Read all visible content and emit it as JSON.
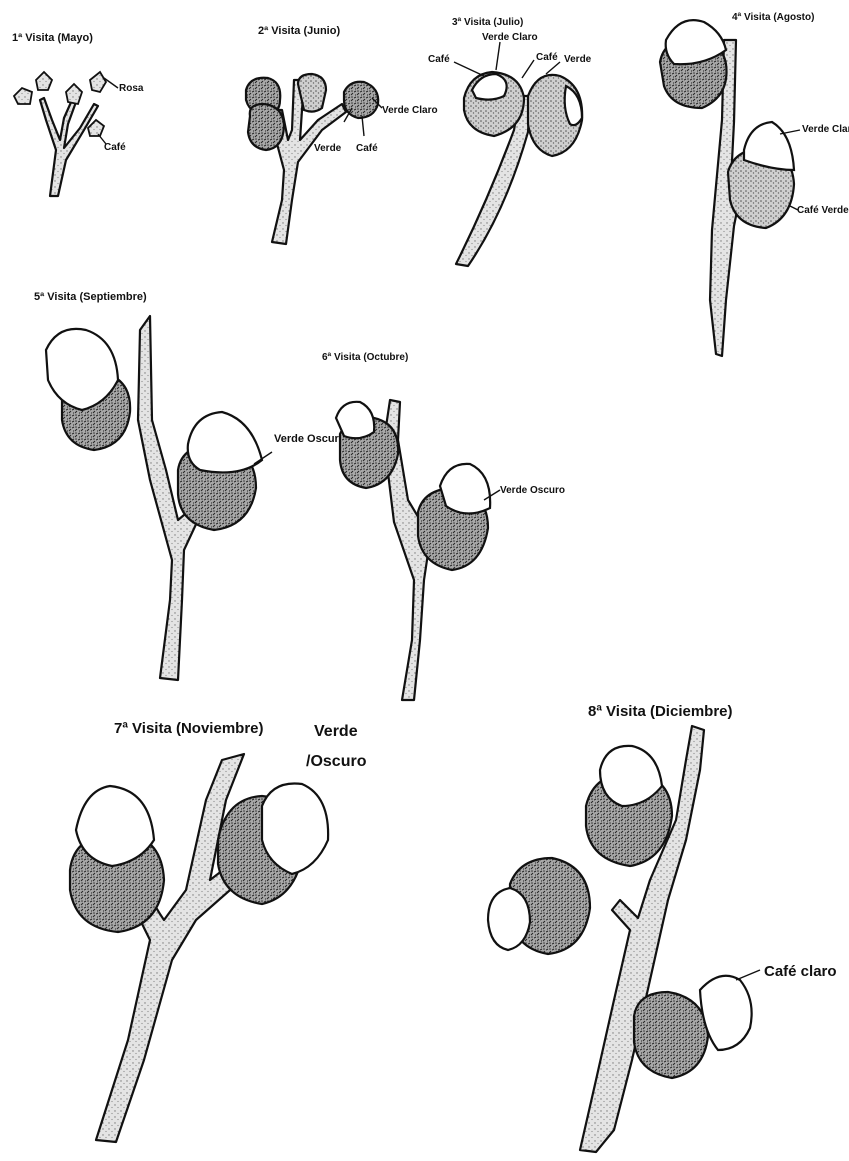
{
  "panels": [
    {
      "title": "1ª Visita (Mayo)",
      "labels": [
        "Rosa",
        "Café"
      ]
    },
    {
      "title": "2ª Visita (Junio)",
      "labels": [
        "Verde",
        "Café",
        "Verde Claro"
      ]
    },
    {
      "title": "3ª Visita (Julio)",
      "labels": [
        "Café",
        "Verde Claro",
        "Café",
        "Verde"
      ]
    },
    {
      "title": "4ª Visita (Agosto)",
      "labels": [
        "Verde Claro",
        "Café Verde"
      ]
    },
    {
      "title": "5ª Visita (Septiembre)",
      "labels": [
        "Verde Oscuro"
      ]
    },
    {
      "title": "6ª Visita (Octubre)",
      "labels": [
        "Verde Oscuro"
      ]
    },
    {
      "title": "7ª Visita (Noviembre)",
      "labels": [
        "Verde",
        "/Oscuro"
      ]
    },
    {
      "title": "8ª Visita (Diciembre)",
      "labels": [
        "Café claro"
      ]
    }
  ]
}
